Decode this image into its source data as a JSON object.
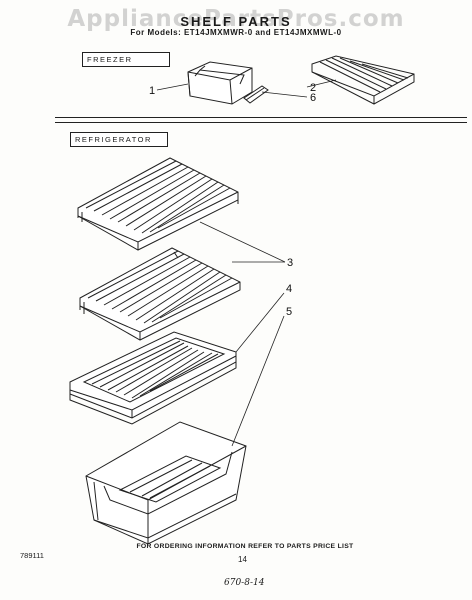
{
  "watermark": "AppliancePartsPros.com",
  "header": {
    "title": "SHELF PARTS",
    "models": "For Models: ET14JMXMWR-0 and ET14JMXMWL-0"
  },
  "sections": {
    "freezer": "FREEZER",
    "refrigerator": "REFRIGERATOR"
  },
  "callouts": {
    "c1": "1",
    "c2": "2",
    "c6": "6",
    "c3": "3",
    "c4": "4",
    "c5": "5"
  },
  "footer": {
    "note": "FOR ORDERING INFORMATION REFER TO PARTS PRICE LIST",
    "page_number": "14",
    "doc_number": "789111",
    "handwritten": "670-8-14"
  }
}
